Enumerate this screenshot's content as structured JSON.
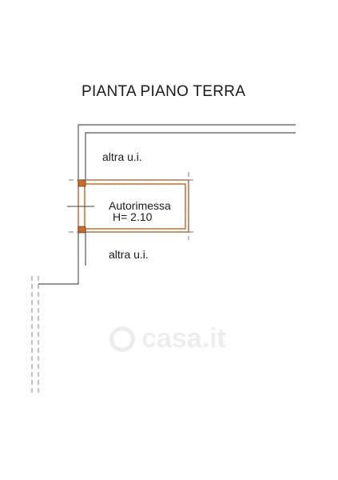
{
  "title": "PIANTA PIANO TERRA",
  "rooms": {
    "upper_unit": "altra u.i.",
    "garage_name": "Autorimessa",
    "garage_height": "H= 2.10",
    "lower_unit": "altra u.i."
  },
  "watermark": "casa.it",
  "colors": {
    "wall": "#555555",
    "garage_wall": "#c8641e",
    "pillar": "#d2691e",
    "text": "#1a1a1a"
  }
}
